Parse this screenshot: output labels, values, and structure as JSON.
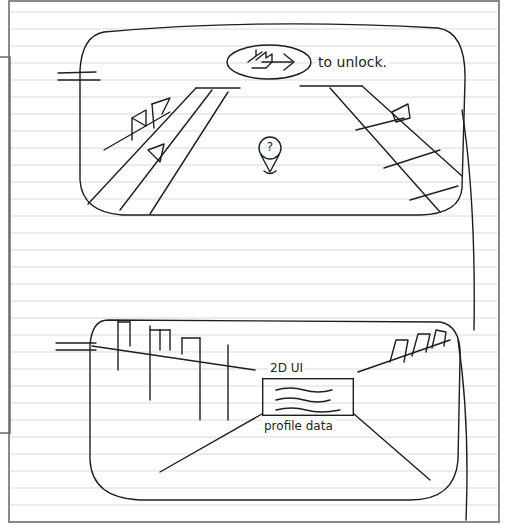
{
  "diagram": {
    "nodes": [
      {
        "text": [
          "to unlock."
        ]
      },
      {
        "text": [
          "2D UI",
          "profile data"
        ]
      }
    ],
    "labels": [
      "?"
    ]
  }
}
